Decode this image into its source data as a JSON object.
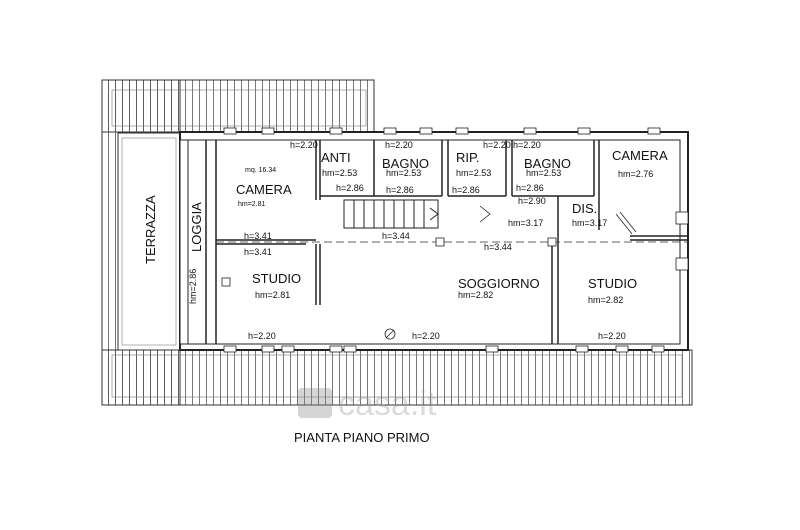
{
  "title": "PIANTA PIANO PRIMO",
  "watermark": "casa.it",
  "rooms": {
    "terrazza": "TERRAZZA",
    "loggia": "LOGGIA",
    "camera_left": "CAMERA",
    "camera_left_area": "mq. 16.34",
    "camera_left_hm": "hm=2.81",
    "anti": "ANTI",
    "anti_hm": "hm=2.53",
    "bagno1": "BAGNO",
    "bagno1_hm": "hm=2.53",
    "rip": "RIP.",
    "rip_hm": "hm=2.53",
    "bagno2": "BAGNO",
    "bagno2_hm": "hm=2.53",
    "camera_right": "CAMERA",
    "camera_right_hm": "hm=2.76",
    "dis": "DIS.",
    "dis_hm": "hm=3.17",
    "studio_left": "STUDIO",
    "studio_left_hm": "hm=2.81",
    "soggiorno": "SOGGIORNO",
    "soggiorno_hm": "hm=2.82",
    "studio_right": "STUDIO",
    "studio_right_hm": "hm=2.82",
    "loggia_hm": "hm=2.86"
  },
  "heights": {
    "h_top_camera": "h=2.20",
    "h_top_bagno1": "h=2.20",
    "h_top_rip": "h=2.20",
    "h_top_bagno2": "h=2.20",
    "h_anti": "h=2.86",
    "h_bagno1": "h=2.86",
    "h_rip": "h=2.86",
    "h_bagno2": "h=2.86",
    "h_dis_left": "h=2.90",
    "h_dis_hm_left": "hm=3.17",
    "h_ridge_left_top": "h=3.41",
    "h_ridge_left_bottom": "h=3.41",
    "h_ridge_mid": "h=3.44",
    "h_ridge_right": "h=3.44",
    "h_bottom_studio": "h=2.20",
    "h_bottom_soggiorno": "h=2.20",
    "h_bottom_studio_right": "h=2.20"
  }
}
